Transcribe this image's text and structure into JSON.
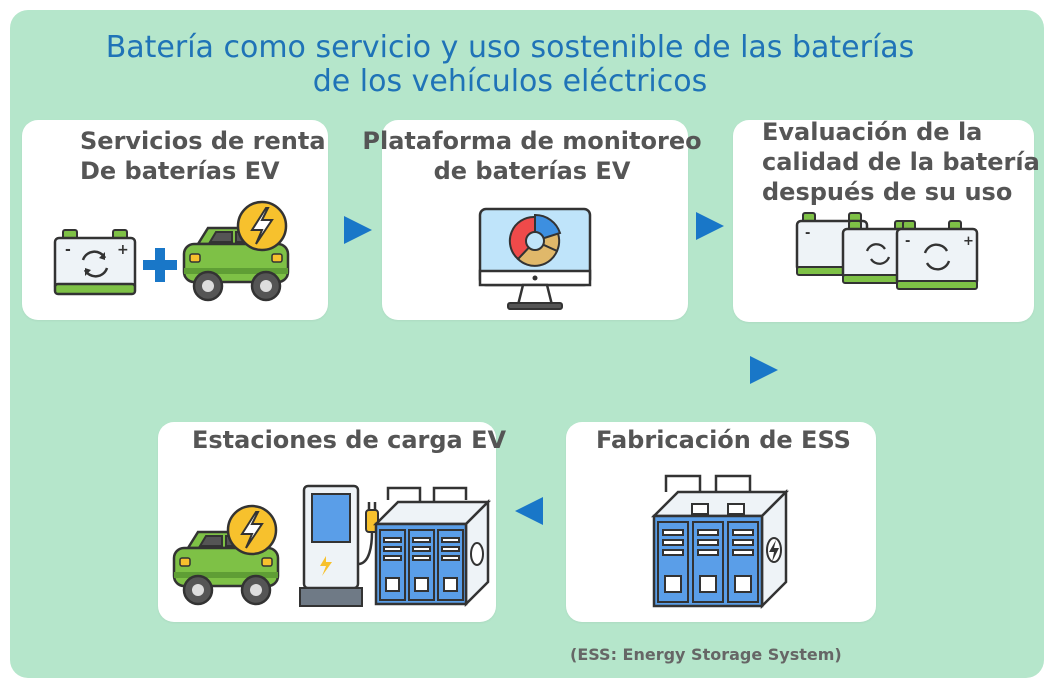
{
  "title": {
    "line1": "Batería como servicio y uso sostenible de las baterías",
    "line2": "de los vehículos eléctricos"
  },
  "steps": [
    {
      "line1": "Servicios de renta",
      "line2": "De baterías EV"
    },
    {
      "line1": "Plataforma de monitoreo",
      "line2": "de baterías EV"
    },
    {
      "line1": "Evaluación de la",
      "line2": "calidad de la batería",
      "line3": "después de su uso"
    },
    {
      "line1": "Fabricación de ESS"
    },
    {
      "line1": "Estaciones de carga EV"
    }
  ],
  "footnote": "(ESS: Energy Storage System)",
  "colors": {
    "background": "#b5e6cb",
    "card": "#ffffff",
    "title": "#1f73b7",
    "arrow": "#1977c8",
    "card_text": "#555555",
    "car_body": "#7ec146",
    "battery_body": "#eef3f7",
    "storage_blue": "#5a9ee8",
    "bolt_yellow": "#f7c12d"
  },
  "icons": [
    "battery-icon",
    "plus-icon",
    "electric-car-icon",
    "monitor-chart-icon",
    "battery-stack-icon",
    "energy-storage-icon",
    "charging-station-icon"
  ]
}
